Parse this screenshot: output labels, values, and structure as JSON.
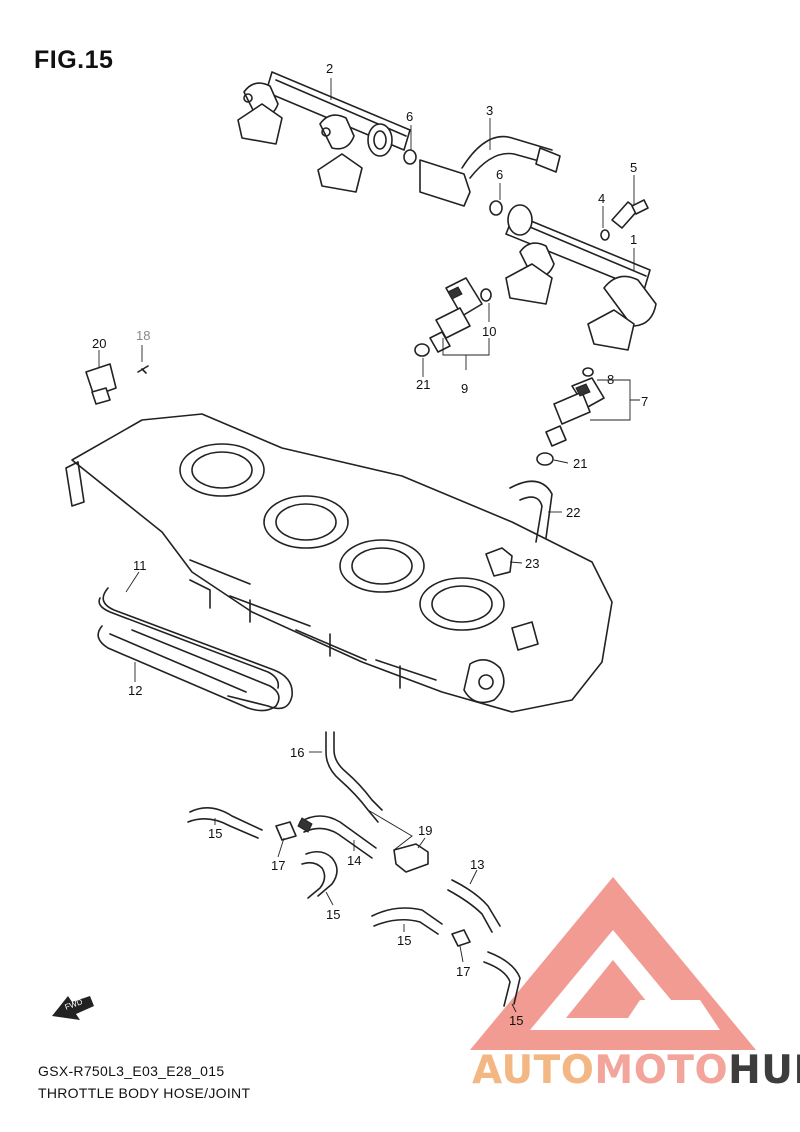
{
  "figure": {
    "title": "FIG.15",
    "code": "GSX-R750L3_E03_E28_015",
    "name": "THROTTLE BODY HOSE/JOINT"
  },
  "watermark": {
    "auto": "AUTO",
    "moto": "MOTO",
    "hub": "HUB",
    "colors": {
      "triangle": "#f08a80",
      "auto": "#f3b784",
      "moto": "#f3a59c",
      "hub": "#3d3d3d"
    }
  },
  "fwd_label": "FWD",
  "callouts": {
    "c1": "1",
    "c2": "2",
    "c3": "3",
    "c4": "4",
    "c5": "5",
    "c6a": "6",
    "c6b": "6",
    "c7": "7",
    "c8": "8",
    "c9": "9",
    "c10": "10",
    "c11": "11",
    "c12": "12",
    "c13": "13",
    "c14": "14",
    "c15a": "15",
    "c15b": "15",
    "c15c": "15",
    "c15d": "15",
    "c16": "16",
    "c17a": "17",
    "c17b": "17",
    "c18": "18",
    "c19": "19",
    "c20": "20",
    "c21a": "21",
    "c21b": "21",
    "c22": "22",
    "c23": "23"
  }
}
